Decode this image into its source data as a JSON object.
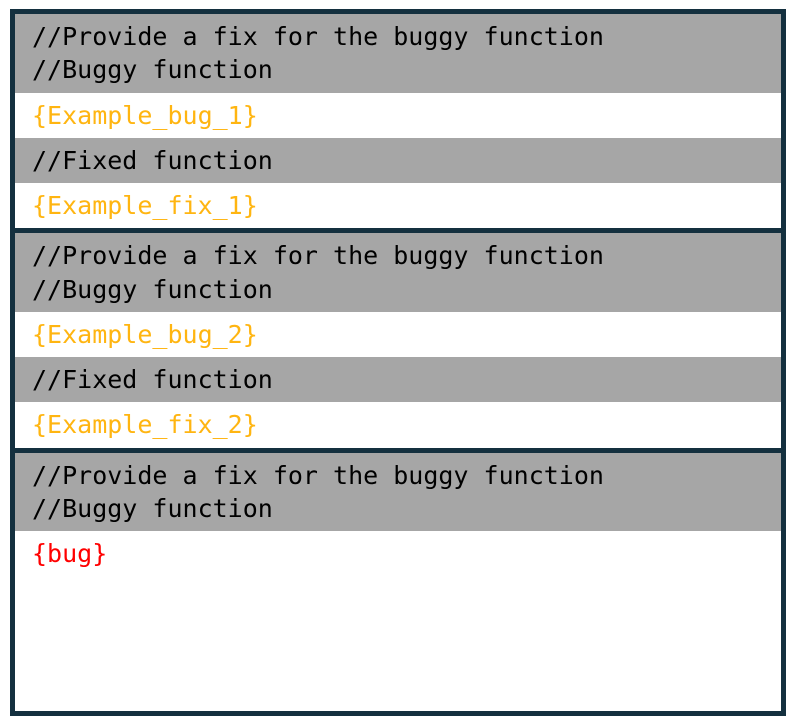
{
  "colors": {
    "frame_border": "#14303f",
    "instruction_background": "#a6a6a6",
    "placeholder_background": "#ffffff",
    "instruction_text": "#000000",
    "example_placeholder_text": "#ffb511",
    "query_placeholder_text": "#ff0000"
  },
  "prompt": {
    "blocks": [
      {
        "kind": "example",
        "rows": [
          {
            "type": "instruction",
            "lines": [
              "//Provide a fix for the buggy function",
              "//Buggy function"
            ]
          },
          {
            "type": "placeholder",
            "lines": [
              "{Example_bug_1}"
            ]
          },
          {
            "type": "instruction",
            "lines": [
              "//Fixed function"
            ]
          },
          {
            "type": "placeholder",
            "lines": [
              "{Example_fix_1}"
            ]
          }
        ]
      },
      {
        "kind": "example",
        "rows": [
          {
            "type": "instruction",
            "lines": [
              "//Provide a fix for the buggy function",
              "//Buggy function"
            ]
          },
          {
            "type": "placeholder",
            "lines": [
              "{Example_bug_2}"
            ]
          },
          {
            "type": "instruction",
            "lines": [
              "//Fixed function"
            ]
          },
          {
            "type": "placeholder",
            "lines": [
              "{Example_fix_2}"
            ]
          }
        ]
      },
      {
        "kind": "query",
        "rows": [
          {
            "type": "instruction",
            "lines": [
              "//Provide a fix for the buggy function",
              "//Buggy function"
            ]
          },
          {
            "type": "placeholder",
            "is_query": true,
            "lines": [
              "{bug}"
            ]
          }
        ]
      }
    ]
  }
}
